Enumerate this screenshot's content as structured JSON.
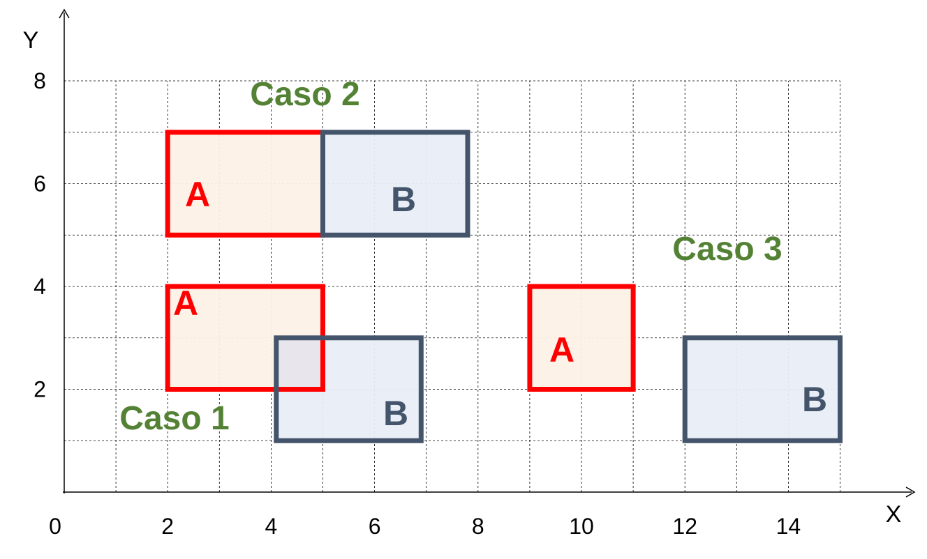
{
  "axes": {
    "x_label": "X",
    "y_label": "Y",
    "x_ticks": [
      "0",
      "2",
      "4",
      "6",
      "8",
      "10",
      "12",
      "14"
    ],
    "y_ticks": [
      "2",
      "4",
      "6",
      "8"
    ]
  },
  "cases": [
    {
      "label": "Caso 1",
      "a": {
        "label": "A",
        "x0": 2,
        "x1": 5,
        "y0": 2,
        "y1": 4
      },
      "b": {
        "label": "B",
        "x0": 4.1,
        "x1": 6.9,
        "y0": 1,
        "y1": 3
      }
    },
    {
      "label": "Caso 2",
      "a": {
        "label": "A",
        "x0": 2,
        "x1": 5,
        "y0": 5,
        "y1": 7
      },
      "b": {
        "label": "B",
        "x0": 5,
        "x1": 7.8,
        "y0": 5,
        "y1": 7
      }
    },
    {
      "label": "Caso 3",
      "a": {
        "label": "A",
        "x0": 9,
        "x1": 11,
        "y0": 2,
        "y1": 4
      },
      "b": {
        "label": "B",
        "x0": 12,
        "x1": 15,
        "y0": 1,
        "y1": 3
      }
    }
  ],
  "colors": {
    "rect_a_stroke": "#ff0000",
    "rect_a_fill": "#fcf1e6",
    "rect_b_stroke": "#44546a",
    "rect_b_fill": "#e9eef7",
    "overlap_fill": "#e8e6ec",
    "case_label": "#548235",
    "grid": "#000000"
  }
}
